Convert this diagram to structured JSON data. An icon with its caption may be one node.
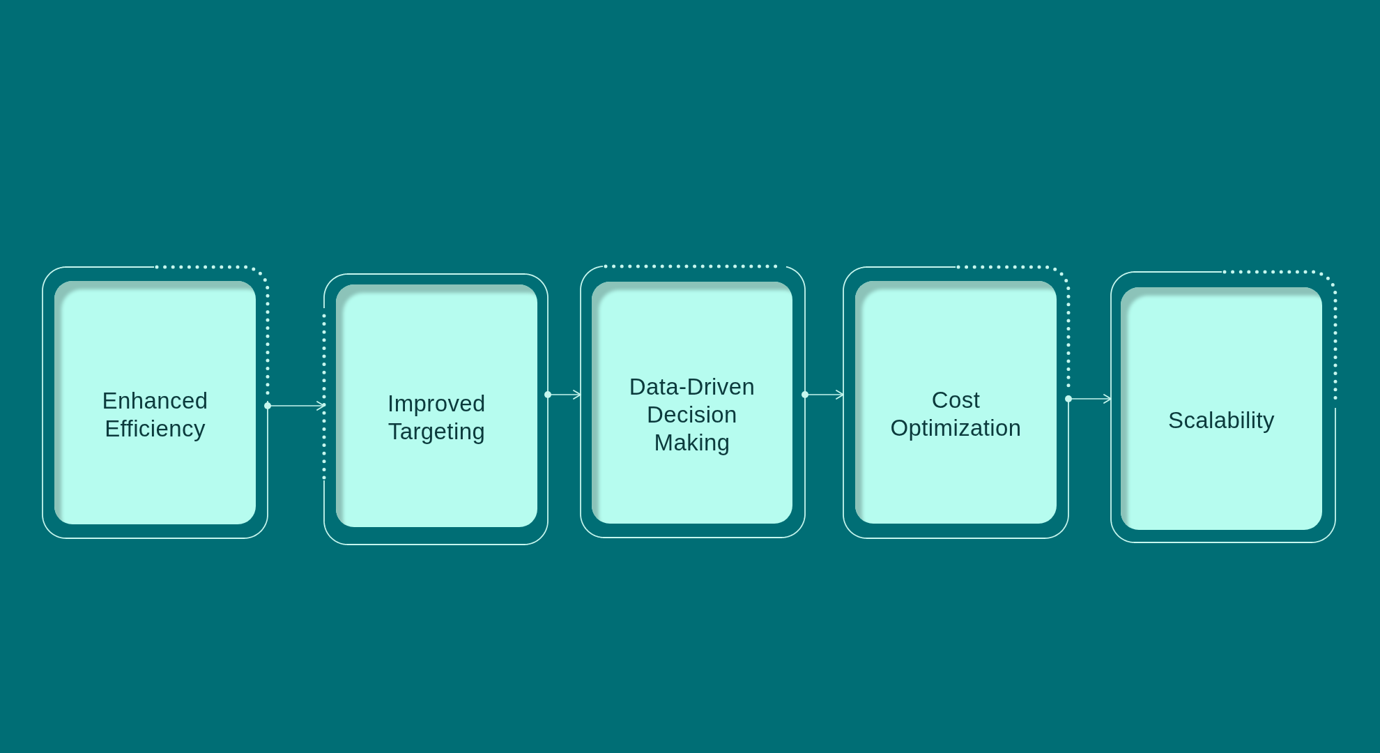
{
  "diagram": {
    "nodes": [
      {
        "text": [],
        "shape": "box"
      },
      {
        "text": [
          "Enhanced Efficiency"
        ],
        "in": 0
      },
      {
        "text": [],
        "shape": "box"
      },
      {
        "text": [
          "Improved Targeting"
        ],
        "in": 2
      },
      {
        "text": [],
        "shape": "box"
      },
      {
        "text": [
          "Data-Driven Decision Making"
        ],
        "in": 4
      },
      {
        "text": [],
        "shape": "box"
      },
      {
        "text": [
          "Cost Optimization"
        ],
        "in": 6
      },
      {
        "text": [],
        "shape": "box"
      },
      {
        "text": [
          "Scalability"
        ],
        "in": 8
      }
    ],
    "edges": [
      {
        "from": 0,
        "to": 2,
        "arrow": "to"
      },
      {
        "from": 2,
        "to": 4,
        "arrow": "to"
      },
      {
        "from": 4,
        "to": 6,
        "arrow": "to"
      },
      {
        "from": 6,
        "to": 8,
        "arrow": "to"
      }
    ]
  }
}
